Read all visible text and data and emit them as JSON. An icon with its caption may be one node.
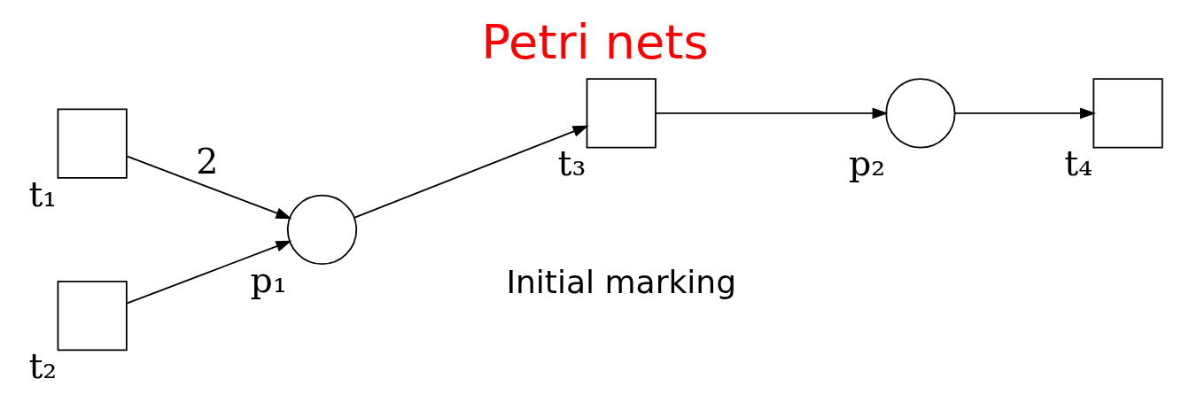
{
  "diagram": {
    "title": "Petri nets",
    "nodes": [
      {
        "text": [
          "t₁"
        ]
      },
      {
        "text": [
          "t₂"
        ]
      },
      {
        "text": [
          "p₁"
        ]
      },
      {
        "text": [
          "t₃"
        ]
      },
      {
        "text": [
          "p₂"
        ]
      },
      {
        "text": [
          "t₄"
        ]
      }
    ],
    "edges": [
      {
        "from": 0,
        "to": 2,
        "arrow": "to",
        "label": "2"
      },
      {
        "from": 1,
        "to": 2,
        "arrow": "to"
      },
      {
        "from": 2,
        "to": 3,
        "arrow": "to"
      },
      {
        "from": 3,
        "to": 4,
        "arrow": "to"
      },
      {
        "from": 4,
        "to": 5,
        "arrow": "to"
      }
    ],
    "labels": [
      "Initial marking"
    ]
  }
}
